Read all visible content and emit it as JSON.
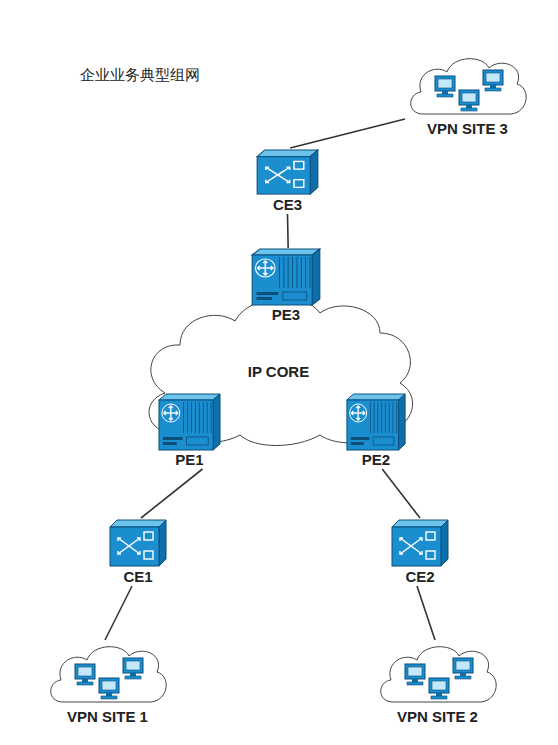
{
  "diagram": {
    "title": "企业业务典型组网",
    "nodes": [
      {
        "text": [
          "VPN SITE 3"
        ]
      },
      {
        "text": [
          "CE3"
        ]
      },
      {
        "text": [
          "PE3"
        ]
      },
      {
        "text": [
          "IP CORE"
        ]
      },
      {
        "text": [
          "PE1"
        ]
      },
      {
        "text": [
          "PE2"
        ]
      },
      {
        "text": [
          "CE1"
        ]
      },
      {
        "text": [
          "CE2"
        ]
      },
      {
        "text": [
          "VPN SITE 1"
        ]
      },
      {
        "text": [
          "VPN SITE 2"
        ]
      }
    ],
    "edges": [
      {
        "from": 1,
        "to": 0,
        "arrow": "none"
      },
      {
        "from": 1,
        "to": 2,
        "arrow": "none"
      },
      {
        "from": 4,
        "to": 6,
        "arrow": "none"
      },
      {
        "from": 5,
        "to": 7,
        "arrow": "none"
      },
      {
        "from": 6,
        "to": 8,
        "arrow": "none"
      },
      {
        "from": 7,
        "to": 9,
        "arrow": "none"
      }
    ]
  }
}
